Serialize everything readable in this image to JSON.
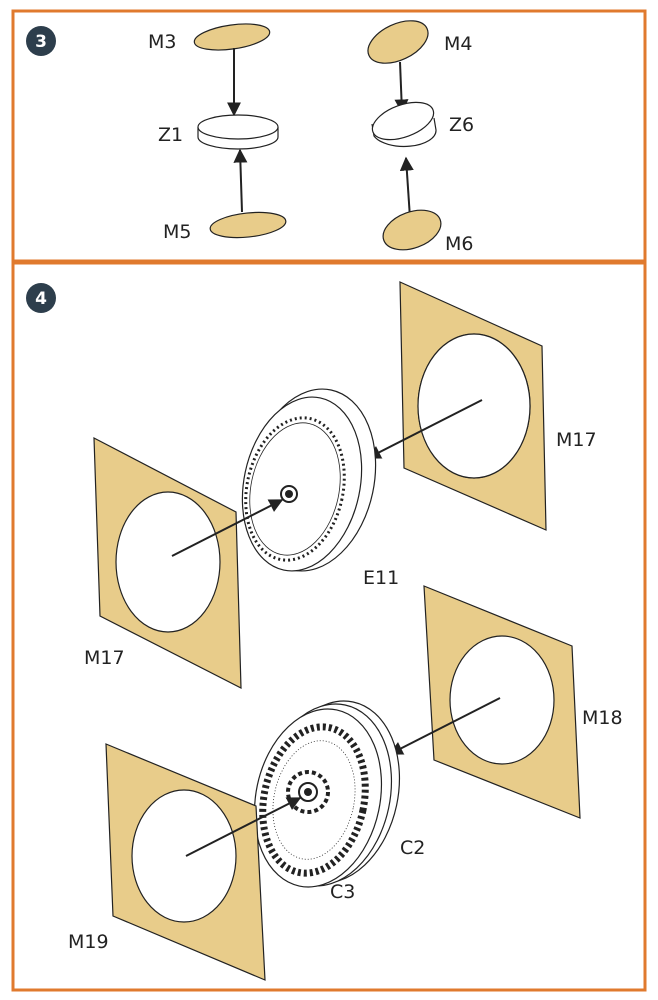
{
  "colors": {
    "frame": "#e07a2e",
    "part": "#e8cc8a",
    "stroke": "#222222",
    "badge": "#2d3e4c"
  },
  "steps": [
    {
      "number": "3"
    },
    {
      "number": "4"
    }
  ],
  "labels": {
    "m3": "M3",
    "m4": "M4",
    "z1": "Z1",
    "z6": "Z6",
    "m5": "M5",
    "m6": "M6",
    "m17_right": "M17",
    "m17_left": "M17",
    "e11": "E11",
    "m18": "M18",
    "c2": "C2",
    "c3": "C3",
    "m19": "M19"
  }
}
